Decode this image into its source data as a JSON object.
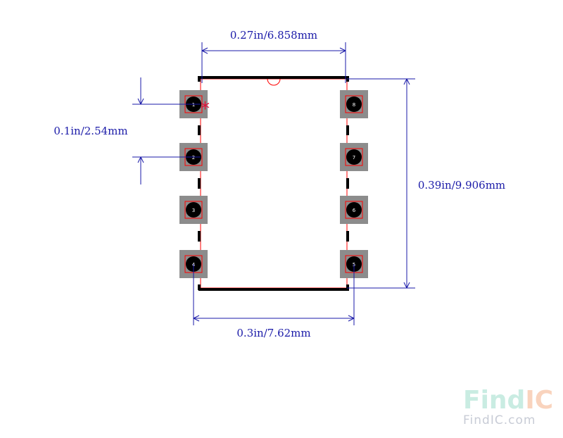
{
  "dimensions": {
    "top_width": "0.27in/6.858mm",
    "pitch": "0.1in/2.54mm",
    "body_length": "0.39in/9.906mm",
    "row_spacing": "0.3in/7.62mm"
  },
  "pins": {
    "left": [
      "1",
      "2",
      "3",
      "4"
    ],
    "right": [
      "8",
      "7",
      "6",
      "5"
    ]
  },
  "pin1_marker": "*",
  "watermark": {
    "find": "Find",
    "ic": "IC",
    "url": "FindIC.com"
  },
  "colors": {
    "dimension": "#1a1aa8",
    "outline": "#ff0000",
    "pad": "#8c8c8c",
    "pin": "#000000",
    "watermark_find": "#c9ece2",
    "watermark_ic": "#f9d3bd"
  }
}
